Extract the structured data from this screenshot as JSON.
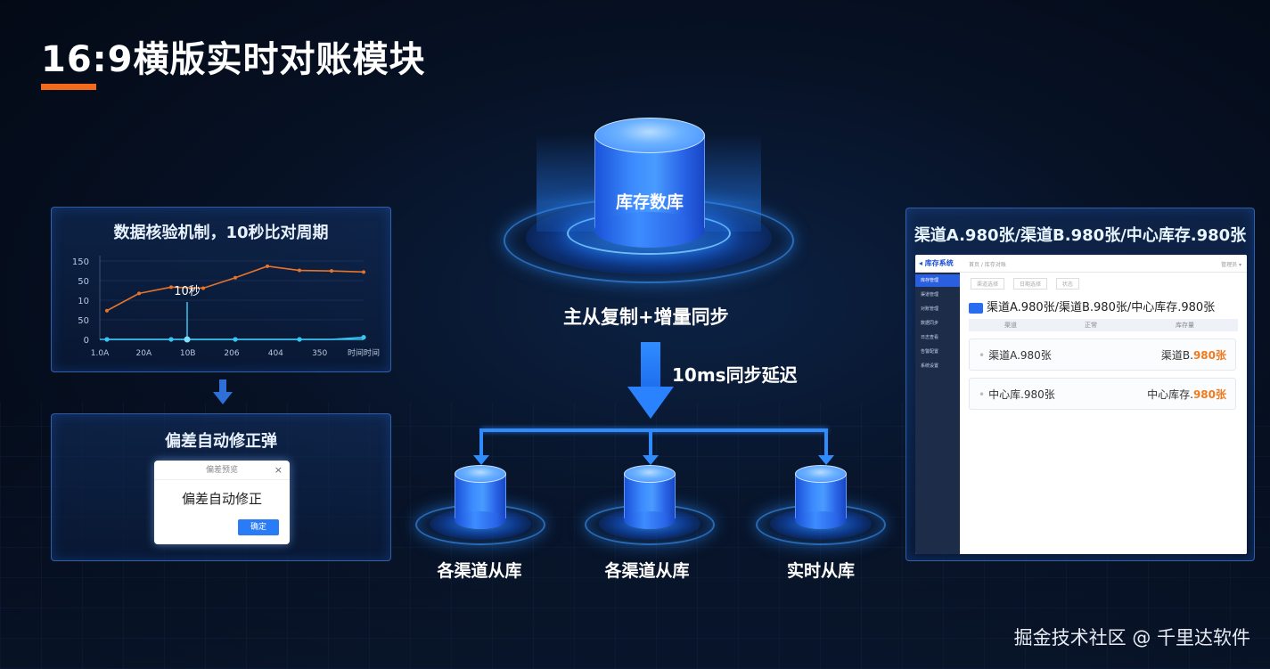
{
  "title": "16:9横版实时对账模块",
  "colors": {
    "accent": "#f26a1b",
    "primary_blue": "#2f8cff",
    "line_orange": "#e8742a",
    "line_cyan": "#3ac4f0"
  },
  "left_top_panel": {
    "title": "数据核验机制，10秒比对周期",
    "annotation": "10秒"
  },
  "chart_data": {
    "type": "line",
    "title": "数据核验机制，10秒比对周期",
    "xlabel": "时间时间",
    "x_tick_labels": [
      "1.0A",
      "20A",
      "10B",
      "206",
      "404",
      "350",
      "时间时间"
    ],
    "y_tick_labels": [
      "150",
      "50",
      "10",
      "50",
      "0"
    ],
    "series": [
      {
        "values": [
          55,
          88,
          100,
          98,
          118,
          140,
          132,
          131,
          129
        ]
      },
      {
        "values": [
          0,
          0,
          0,
          0,
          0,
          0,
          0,
          0,
          4
        ]
      }
    ]
  },
  "left_bottom_panel": {
    "title": "偏差自动修正弹",
    "dialog_title": "偏差预览",
    "dialog_close": "×",
    "dialog_message": "偏差自动修正",
    "dialog_button": "确定"
  },
  "center": {
    "master_label": "库存数库",
    "replication_label": "主从复制+增量同步",
    "delay_label": "10ms同步延迟",
    "slaves": [
      "各渠道从库",
      "各渠道从库",
      "实时从库"
    ]
  },
  "right_panel": {
    "title": "渠道A.980张/渠道B.980张/中心库存.980张",
    "app_logo": "◂ 库存系统",
    "breadcrumb": "首页 / 库存对账",
    "user": "管理员 ▾",
    "sidebar": [
      "库存管理",
      "渠道管理",
      "对账管理",
      "数据同步",
      "日志查看",
      "告警配置",
      "系统设置"
    ],
    "filters": [
      "渠道选择",
      "日期选择",
      "状态"
    ],
    "heading": "渠道A.980张/渠道B.980张/中心库存.980张",
    "table_headers": [
      "渠道",
      "正常",
      "库存量"
    ],
    "row1_left": "渠道A.980张",
    "row1_right_label": "渠道B.",
    "row1_right_value": "980张",
    "row2_left": "中心库.980张",
    "row2_right_label": "中心库存.",
    "row2_right_value": "980张"
  },
  "footer": "掘金技术社区 @ 千里达软件"
}
